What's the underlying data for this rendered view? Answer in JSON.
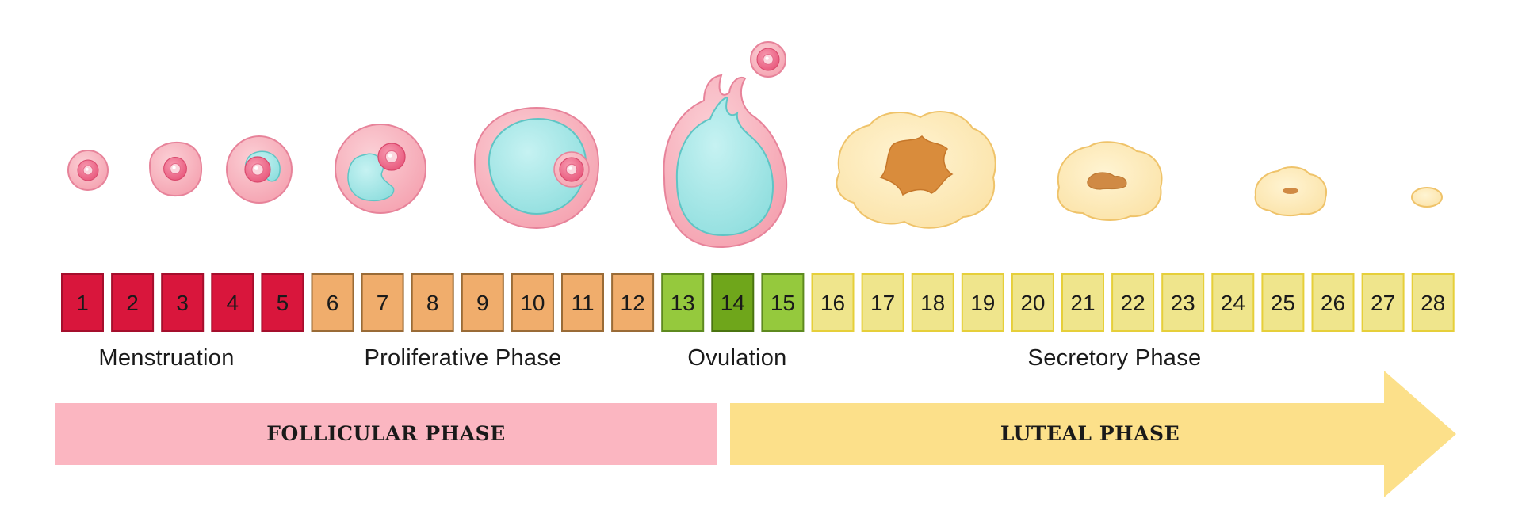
{
  "days": [
    {
      "label": "1",
      "fill": "#d9163c",
      "stroke": "#a50e2c"
    },
    {
      "label": "2",
      "fill": "#d9163c",
      "stroke": "#a50e2c"
    },
    {
      "label": "3",
      "fill": "#d9163c",
      "stroke": "#a50e2c"
    },
    {
      "label": "4",
      "fill": "#d9163c",
      "stroke": "#a50e2c"
    },
    {
      "label": "5",
      "fill": "#d9163c",
      "stroke": "#a50e2c"
    },
    {
      "label": "6",
      "fill": "#f0ad6c",
      "stroke": "#9a6b36"
    },
    {
      "label": "7",
      "fill": "#f0ad6c",
      "stroke": "#9a6b36"
    },
    {
      "label": "8",
      "fill": "#f0ad6c",
      "stroke": "#9a6b36"
    },
    {
      "label": "9",
      "fill": "#f0ad6c",
      "stroke": "#9a6b36"
    },
    {
      "label": "10",
      "fill": "#f0ad6c",
      "stroke": "#9a6b36"
    },
    {
      "label": "11",
      "fill": "#f0ad6c",
      "stroke": "#9a6b36"
    },
    {
      "label": "12",
      "fill": "#f0ad6c",
      "stroke": "#9a6b36"
    },
    {
      "label": "13",
      "fill": "#95c93d",
      "stroke": "#5e8a1f"
    },
    {
      "label": "14",
      "fill": "#6fa61b",
      "stroke": "#4a7410"
    },
    {
      "label": "15",
      "fill": "#95c93d",
      "stroke": "#5e8a1f"
    },
    {
      "label": "16",
      "fill": "#efe58c",
      "stroke": "#e6cf3a"
    },
    {
      "label": "17",
      "fill": "#efe58c",
      "stroke": "#e6cf3a"
    },
    {
      "label": "18",
      "fill": "#efe58c",
      "stroke": "#e6cf3a"
    },
    {
      "label": "19",
      "fill": "#efe58c",
      "stroke": "#e6cf3a"
    },
    {
      "label": "20",
      "fill": "#efe58c",
      "stroke": "#e6cf3a"
    },
    {
      "label": "21",
      "fill": "#efe58c",
      "stroke": "#e6cf3a"
    },
    {
      "label": "22",
      "fill": "#efe58c",
      "stroke": "#e6cf3a"
    },
    {
      "label": "23",
      "fill": "#efe58c",
      "stroke": "#e6cf3a"
    },
    {
      "label": "24",
      "fill": "#efe58c",
      "stroke": "#e6cf3a"
    },
    {
      "label": "25",
      "fill": "#efe58c",
      "stroke": "#e6cf3a"
    },
    {
      "label": "26",
      "fill": "#efe58c",
      "stroke": "#e6cf3a"
    },
    {
      "label": "27",
      "fill": "#efe58c",
      "stroke": "#e6cf3a"
    },
    {
      "label": "28",
      "fill": "#efe58c",
      "stroke": "#e6cf3a"
    }
  ],
  "stage_labels": {
    "menstruation": "Menstruation",
    "proliferative": "Proliferative Phase",
    "ovulation": "Ovulation",
    "secretory": "Secretory Phase"
  },
  "bands": {
    "follicular": {
      "label": "FOLLICULAR PHASE",
      "color": "#fbb6c1"
    },
    "luteal": {
      "label": "LUTEAL PHASE",
      "color": "#fce08a"
    }
  },
  "illustration_icons": [
    "primordial-follicle-icon",
    "primary-follicle-icon",
    "secondary-follicle-icon",
    "early-antral-follicle-icon",
    "antral-follicle-icon",
    "ovulating-follicle-icon",
    "egg-cell-icon",
    "corpus-luteum-icon",
    "regressing-corpus-luteum-icon",
    "corpus-albicans-icon",
    "small-corpus-albicans-icon"
  ]
}
